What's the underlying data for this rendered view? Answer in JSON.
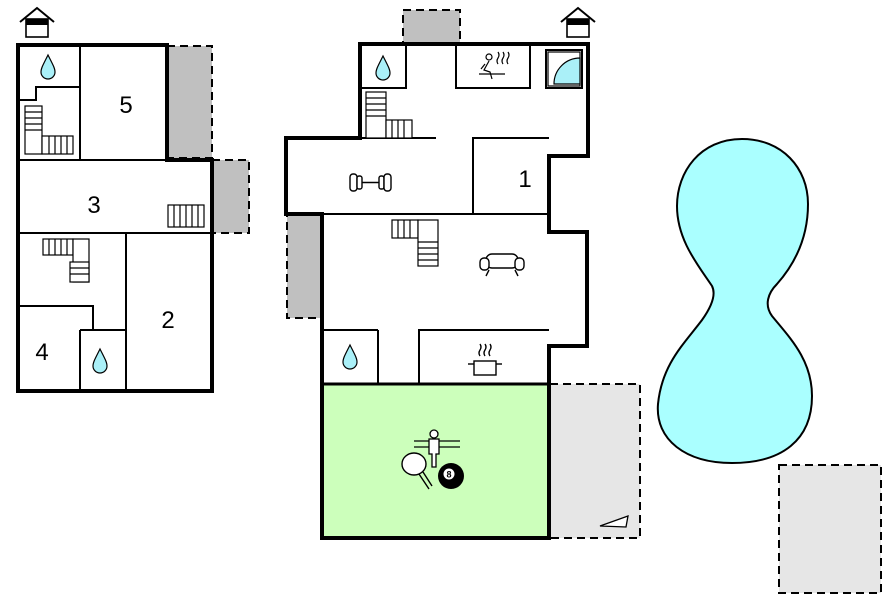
{
  "rooms": {
    "r1": "1",
    "r2": "2",
    "r3": "3",
    "r4": "4",
    "r5": "5"
  },
  "billiard_ball_number": "8",
  "colors": {
    "wall": "#000000",
    "pool": "#aaffff",
    "activity_room": "#ccffbb",
    "terrace": "#e6e6e6",
    "annex": "#c0c0c0",
    "water_drop": "#aaf0f8"
  },
  "icons": [
    "house-icon",
    "water-drop-icon",
    "staircase-icon",
    "sauna-icon",
    "shower-icon",
    "dumbbell-icon",
    "sofa-icon",
    "cooking-pot-icon",
    "table-football-icon",
    "table-tennis-icon",
    "billiard-ball-icon",
    "sun-lounger-icon"
  ]
}
